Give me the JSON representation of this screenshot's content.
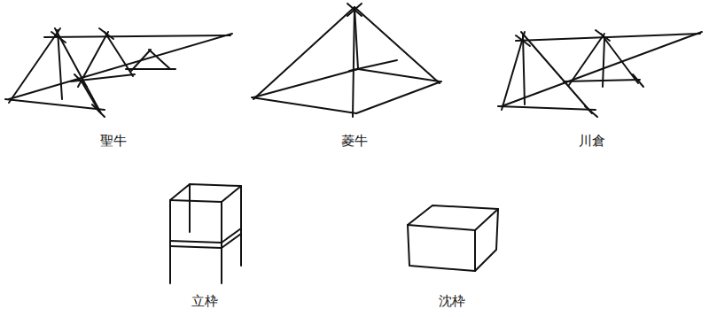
{
  "diagram": {
    "labels": [
      "聖牛",
      "菱牛",
      "川倉",
      "立枠",
      "沈枠"
    ]
  }
}
